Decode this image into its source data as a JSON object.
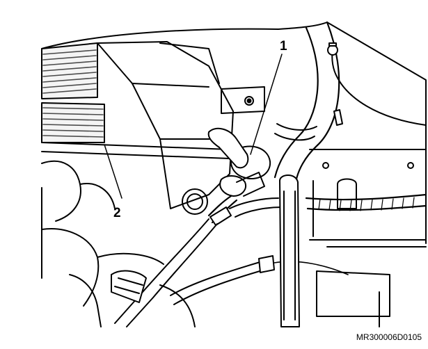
{
  "illustration": {
    "subject": "radiator-hose-clamp-area",
    "line_color": "#000000",
    "background_color": "#ffffff",
    "fin_shading_color": "#4a4a4a"
  },
  "callouts": [
    {
      "id": "1",
      "label": "1"
    },
    {
      "id": "2",
      "label": "2"
    }
  ],
  "document_id": "MR300006D0105"
}
